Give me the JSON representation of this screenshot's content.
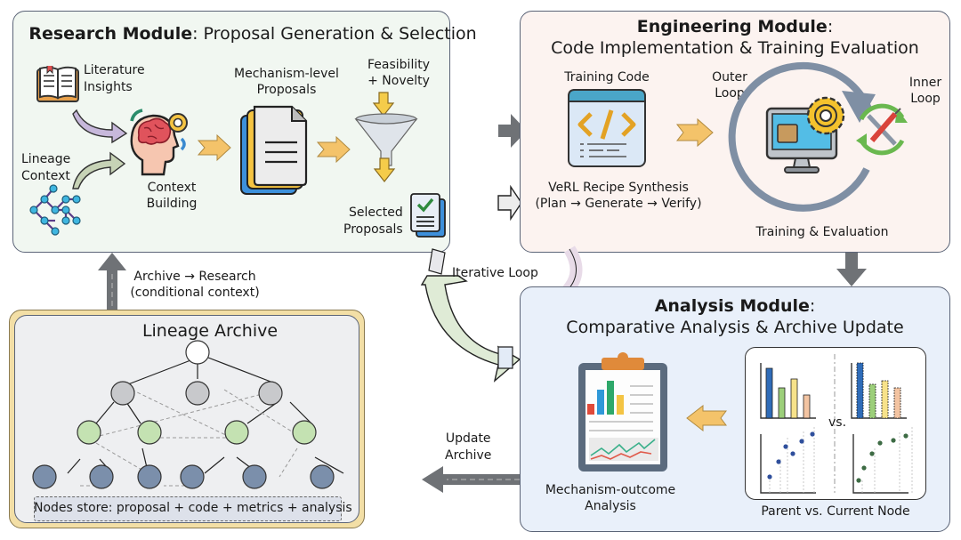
{
  "research": {
    "title_bold": "Research Module",
    "title_rest": ": Proposal Generation & Selection",
    "literature": "Literature\nInsights",
    "lineage_context": "Lineage\nContext",
    "context_building": "Context\nBuilding",
    "mechanism_proposals": "Mechanism-level\nProposals",
    "feasibility": "Feasibility\n+ Novelty",
    "selected": "Selected\nProposals"
  },
  "engineering": {
    "title_bold": "Engineering Module",
    "title_colon": ":",
    "subtitle": "Code Implementation & Training Evaluation",
    "training_code": "Training Code",
    "recipe": "VeRL Recipe Synthesis\n(Plan → Generate → Verify)",
    "outer_loop": "Outer\nLoop",
    "inner_loop": "Inner\nLoop",
    "training_eval": "Training & Evaluation"
  },
  "analysis": {
    "title_bold": "Analysis Module",
    "title_colon": ":",
    "subtitle": "Comparative Analysis & Archive Update",
    "mechanism_outcome": "Mechanism-outcome\nAnalysis",
    "vs": "vs.",
    "parent_vs_current": "Parent vs. Current Node"
  },
  "archive": {
    "title": "Lineage Archive",
    "nodes_store": "Nodes store: proposal + code + metrics + analysis"
  },
  "flows": {
    "archive_to_research": "Archive → Research\n(conditional context)",
    "iterative_loop": "Iterative Loop",
    "update_archive": "Update\nArchive"
  },
  "colors": {
    "research_bg": "#f1f7f1",
    "engineering_bg": "#fcf3f0",
    "analysis_bg": "#e9f0fa",
    "archive_bg": "#eeeff1",
    "archive_border": "#f3dfa6",
    "flow_arrow": "#6f7276",
    "orange_arrow": "#f4c36a"
  }
}
